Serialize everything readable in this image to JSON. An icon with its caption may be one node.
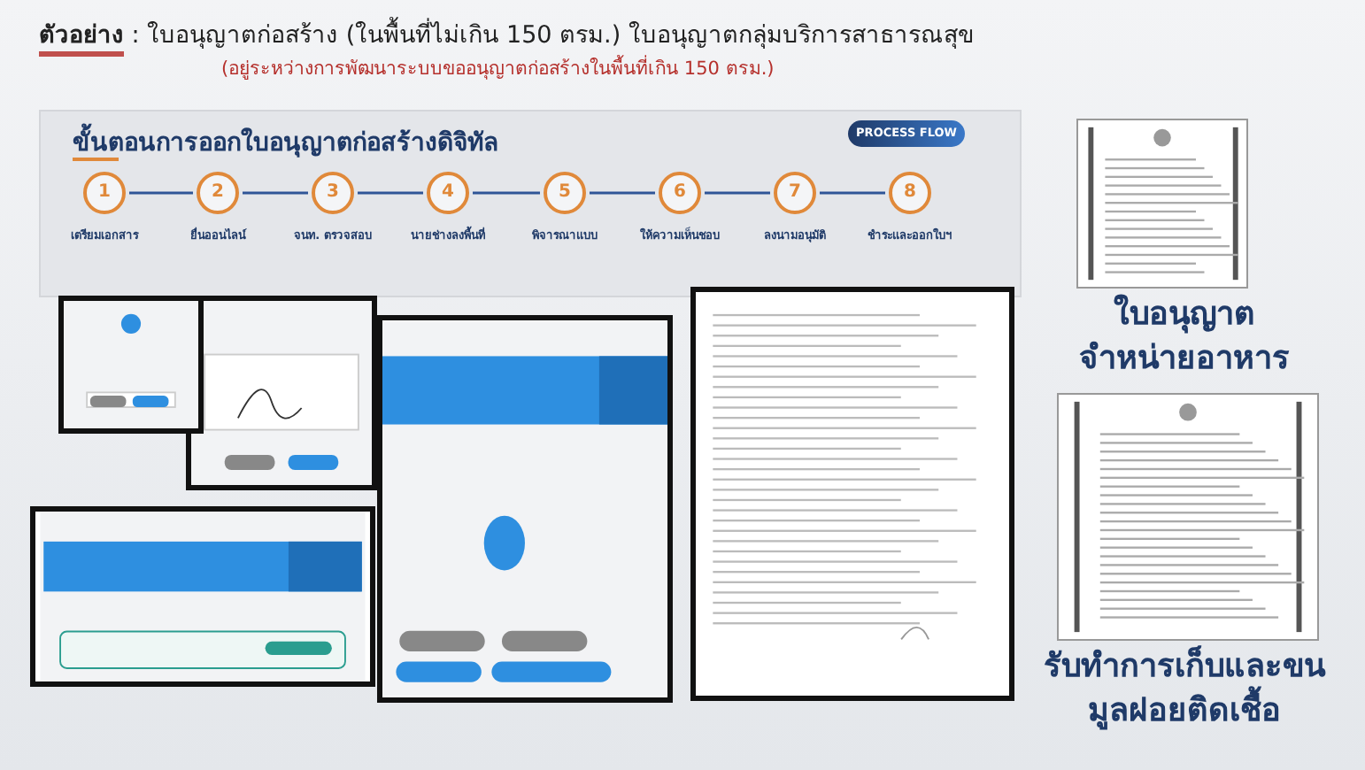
{
  "diagram": {
    "title": "**ตัวอย่าง** : ใบอนุญาตก่อสร้าง (ในพื้นที่ไม่เกิน 150 ตรม.)  ใบอนุญาตกลุ่มบริการสาธารณสุข",
    "nodes": [
      {
        "text": [
          "ขั้นตอนการออกใบอนุญาตก่อสร้างดิจิทัล"
        ]
      },
      {
        "text": [
          "PROCESS FLOW"
        ],
        "in": 0
      },
      {
        "text": [
          "1"
        ],
        "in": 0,
        "beside": [
          "เตรียมเอกสาร"
        ]
      },
      {
        "text": [
          "2"
        ],
        "in": 0,
        "beside": [
          "ยื่นออนไลน์"
        ]
      },
      {
        "text": [
          "3"
        ],
        "in": 0,
        "beside": [
          "จนท. ตรวจสอบ"
        ]
      },
      {
        "text": [
          "4"
        ],
        "in": 0,
        "beside": [
          "นายช่างลงพื้นที่"
        ]
      },
      {
        "text": [
          "5"
        ],
        "in": 0,
        "beside": [
          "พิจารณาแบบ"
        ]
      },
      {
        "text": [
          "6"
        ],
        "in": 0,
        "beside": [
          "ให้ความเห็นชอบ"
        ]
      },
      {
        "text": [
          "7"
        ],
        "in": 0,
        "beside": [
          "ลงนามอนุมัติ"
        ]
      },
      {
        "text": [
          "8"
        ],
        "in": 0,
        "beside": [
          "ชำระและออกใบฯ"
        ]
      },
      {
        "text": [],
        "shape": "picture"
      },
      {
        "text": [],
        "shape": "picture"
      },
      {
        "text": [],
        "shape": "picture"
      },
      {
        "text": [],
        "shape": "picture"
      },
      {
        "text": [],
        "shape": "picture"
      },
      {
        "text": [],
        "shape": "picture",
        "beside": [
          "ใบอนุญาต จำหน่ายอาหาร"
        ]
      },
      {
        "text": [],
        "shape": "picture",
        "beside": [
          "รับทำการเก็บและขน มูลฝอยติดเชื้อ"
        ]
      }
    ],
    "edges": [
      {
        "from": 2,
        "to": 3,
        "arrow": "none"
      },
      {
        "from": 3,
        "to": 4,
        "arrow": "none"
      },
      {
        "from": 4,
        "to": 5,
        "arrow": "none"
      },
      {
        "from": 5,
        "to": 6,
        "arrow": "none"
      },
      {
        "from": 6,
        "to": 7,
        "arrow": "none"
      },
      {
        "from": 7,
        "to": 8,
        "arrow": "none"
      },
      {
        "from": 8,
        "to": 9,
        "arrow": "none"
      }
    ],
    "labels": [
      "(อยู่ระหว่างการพัฒนาระบบขออนุญาตก่อสร้างในพื้นที่เกิน 150 ตรม.)"
    ]
  }
}
